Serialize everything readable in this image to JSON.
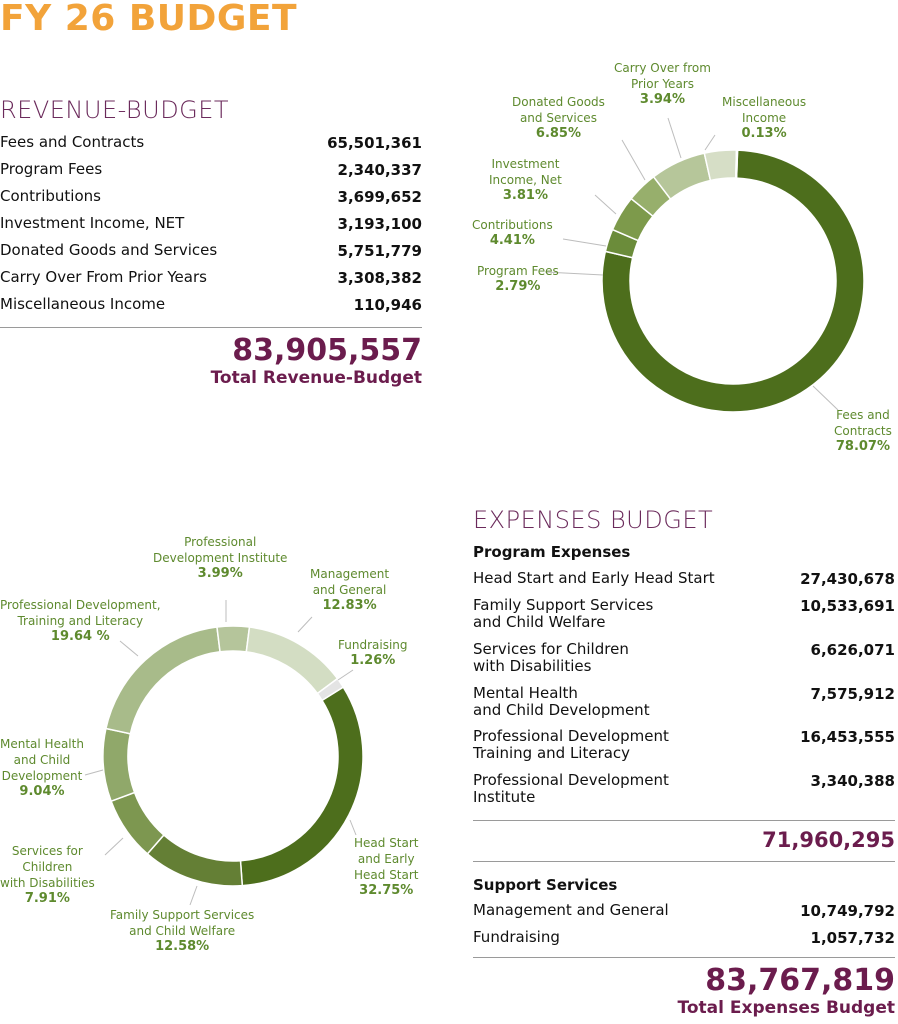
{
  "title": "FY 26 BUDGET",
  "revenue": {
    "heading": "REVENUE-BUDGET",
    "items": [
      {
        "label": "Fees and Contracts",
        "value": "65,501,361"
      },
      {
        "label": "Program Fees",
        "value": "2,340,337"
      },
      {
        "label": "Contributions",
        "value": "3,699,652"
      },
      {
        "label": "Investment Income, NET",
        "value": "3,193,100"
      },
      {
        "label": "Donated Goods and Services",
        "value": "5,751,779"
      },
      {
        "label": "Carry Over From Prior Years",
        "value": "3,308,382"
      },
      {
        "label": "Miscellaneous Income",
        "value": "110,946"
      }
    ],
    "total": "83,905,557",
    "total_label": "Total Revenue-Budget"
  },
  "expenses": {
    "heading": "EXPENSES BUDGET",
    "program_heading": "Program Expenses",
    "program_items": [
      {
        "line1": "Head Start and Early Head Start",
        "line2": "",
        "value": "27,430,678"
      },
      {
        "line1": "Family Support Services",
        "line2": "and Child Welfare",
        "value": "10,533,691"
      },
      {
        "line1": "Services for Children",
        "line2": "with Disabilities",
        "value": "6,626,071"
      },
      {
        "line1": "Mental Health",
        "line2": "and Child Development",
        "value": "7,575,912"
      },
      {
        "line1": "Professional Development",
        "line2": "Training and Literacy",
        "value": "16,453,555"
      },
      {
        "line1": "Professional Development",
        "line2": "Institute",
        "value": "3,340,388"
      }
    ],
    "program_total": "71,960,295",
    "support_heading": "Support Services",
    "support_items": [
      {
        "label": "Management and General",
        "value": "10,749,792"
      },
      {
        "label": "Fundraising",
        "value": "1,057,732"
      }
    ],
    "total": "83,767,819",
    "total_label": "Total Expenses Budget"
  },
  "chart_data": [
    {
      "type": "pie",
      "variant": "donut",
      "title": "",
      "slices": [
        {
          "name": "Fees and Contracts",
          "label_lines": [
            "Fees and",
            "Contracts"
          ],
          "pct_text": "78.07%",
          "value": 78.07,
          "color": "#4d6e1c"
        },
        {
          "name": "Program Fees",
          "label_lines": [
            "Program Fees"
          ],
          "pct_text": "2.79%",
          "value": 2.79,
          "color": "#6b8c3a"
        },
        {
          "name": "Contributions",
          "label_lines": [
            "Contributions"
          ],
          "pct_text": "4.41%",
          "value": 4.41,
          "color": "#7d9a4b"
        },
        {
          "name": "Investment Income, Net",
          "label_lines": [
            "Investment",
            "Income, Net"
          ],
          "pct_text": "3.81%",
          "value": 3.81,
          "color": "#97af6c"
        },
        {
          "name": "Donated Goods and Services",
          "label_lines": [
            "Donated Goods",
            "and Services"
          ],
          "pct_text": "6.85%",
          "value": 6.85,
          "color": "#b6c69a"
        },
        {
          "name": "Carry Over from Prior Years",
          "label_lines": [
            "Carry Over from",
            "Prior Years"
          ],
          "pct_text": "3.94%",
          "value": 3.94,
          "color": "#d6dec6"
        },
        {
          "name": "Miscellaneous Income",
          "label_lines": [
            "Miscellaneous",
            "Income"
          ],
          "pct_text": "0.13%",
          "value": 0.13,
          "color": "#e6e6e6"
        }
      ]
    },
    {
      "type": "pie",
      "variant": "donut",
      "title": "",
      "slices": [
        {
          "name": "Head Start and Early Head Start",
          "label_lines": [
            "Head Start",
            "and Early",
            "Head Start"
          ],
          "pct_text": "32.75%",
          "value": 32.75,
          "color": "#4d6e1c"
        },
        {
          "name": "Family Support Services and Child Welfare",
          "label_lines": [
            "Family Support Services",
            "and Child Welfare"
          ],
          "pct_text": "12.58%",
          "value": 12.58,
          "color": "#647f35"
        },
        {
          "name": "Services for Children with Disabilities",
          "label_lines": [
            "Services for",
            "Children",
            "with Disabilities"
          ],
          "pct_text": "7.91%",
          "value": 7.91,
          "color": "#7d9750"
        },
        {
          "name": "Mental Health and Child Development",
          "label_lines": [
            "Mental Health",
            "and Child",
            "Development"
          ],
          "pct_text": "9.04%",
          "value": 9.04,
          "color": "#90a86a"
        },
        {
          "name": "Professional Development, Training and Literacy",
          "label_lines": [
            "Professional Development,",
            "Training and Literacy"
          ],
          "pct_text": "19.64 %",
          "value": 19.64,
          "color": "#a8bb8a"
        },
        {
          "name": "Professional Development Institute",
          "label_lines": [
            "Professional",
            "Development Institute"
          ],
          "pct_text": "3.99%",
          "value": 3.99,
          "color": "#b5c59b"
        },
        {
          "name": "Management and General",
          "label_lines": [
            "Management",
            "and General"
          ],
          "pct_text": "12.83%",
          "value": 12.83,
          "color": "#d3ddc3"
        },
        {
          "name": "Fundraising",
          "label_lines": [
            "Fundraising"
          ],
          "pct_text": "1.26%",
          "value": 1.26,
          "color": "#e4e4e4"
        }
      ]
    }
  ]
}
